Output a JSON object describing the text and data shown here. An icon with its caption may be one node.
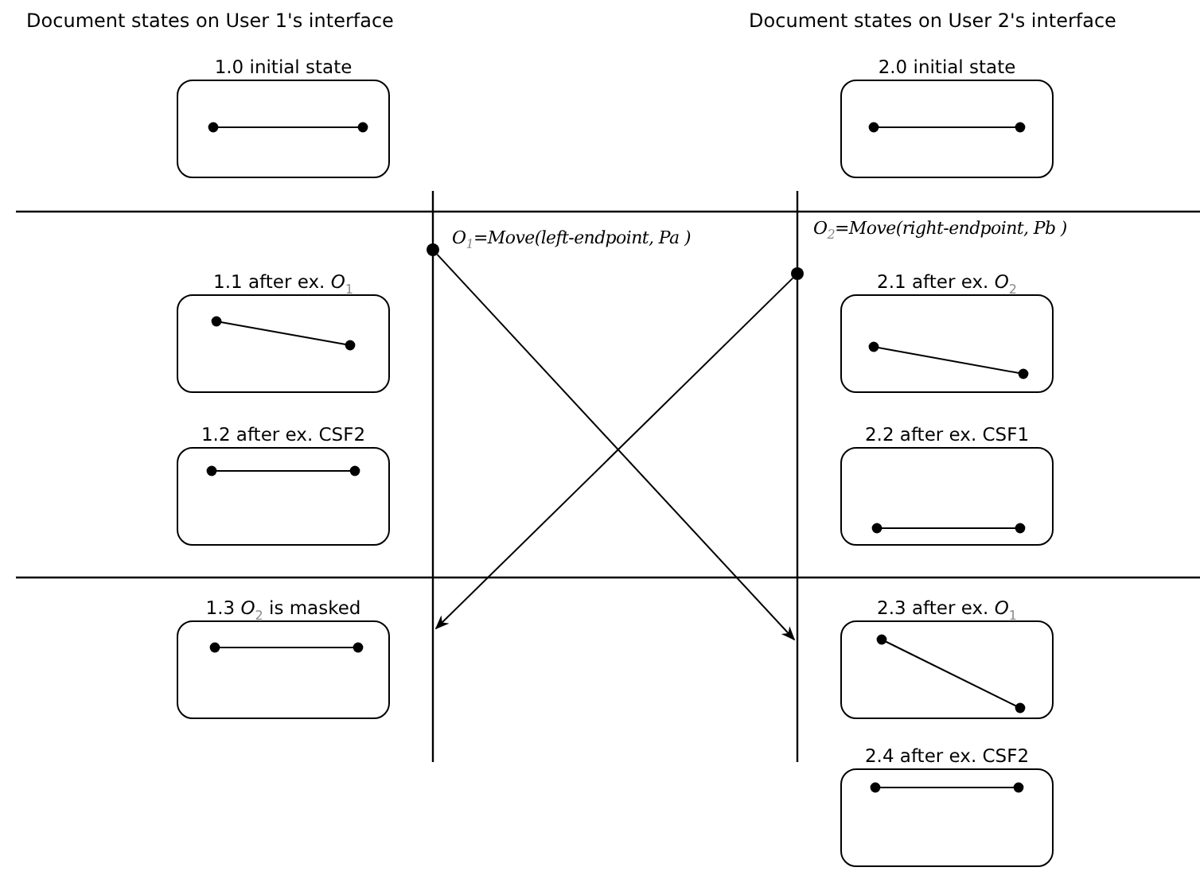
{
  "diagram": {
    "nodes": [
      {
        "text": [
          "1.0 initial state"
        ]
      },
      {
        "text": [
          "2.0 initial state"
        ]
      },
      {
        "text": [
          "1.1 after ex. *O*$_{1}$"
        ]
      },
      {
        "text": [
          "2.1 after ex. *O*$_{2}$"
        ]
      },
      {
        "text": [
          "1.2 after ex. CSF2"
        ]
      },
      {
        "text": [
          "2.2 after ex. CSF1"
        ]
      },
      {
        "text": [
          "1.3 *O*$_{2}$ is masked"
        ]
      },
      {
        "text": [
          "2.3 after ex. *O*$_{1}$"
        ]
      },
      {
        "text": [
          "2.4 after ex. CSF2"
        ]
      },
      {
        "text": [],
        "shape": "circle",
        "beside": [
          "O$_{1}$=Move(left-endpoint, Pa )"
        ]
      },
      {
        "text": [],
        "shape": "circle",
        "beside": [
          "O$_{2}$=Move(right-endpoint, Pb )"
        ]
      }
    ],
    "edges": [
      {
        "from": 9,
        "to": null,
        "arrow": "to"
      },
      {
        "from": 10,
        "to": null,
        "arrow": "to"
      }
    ],
    "labels": [
      "Document states on User 1's interface",
      "Document states on User 2's interface"
    ]
  }
}
